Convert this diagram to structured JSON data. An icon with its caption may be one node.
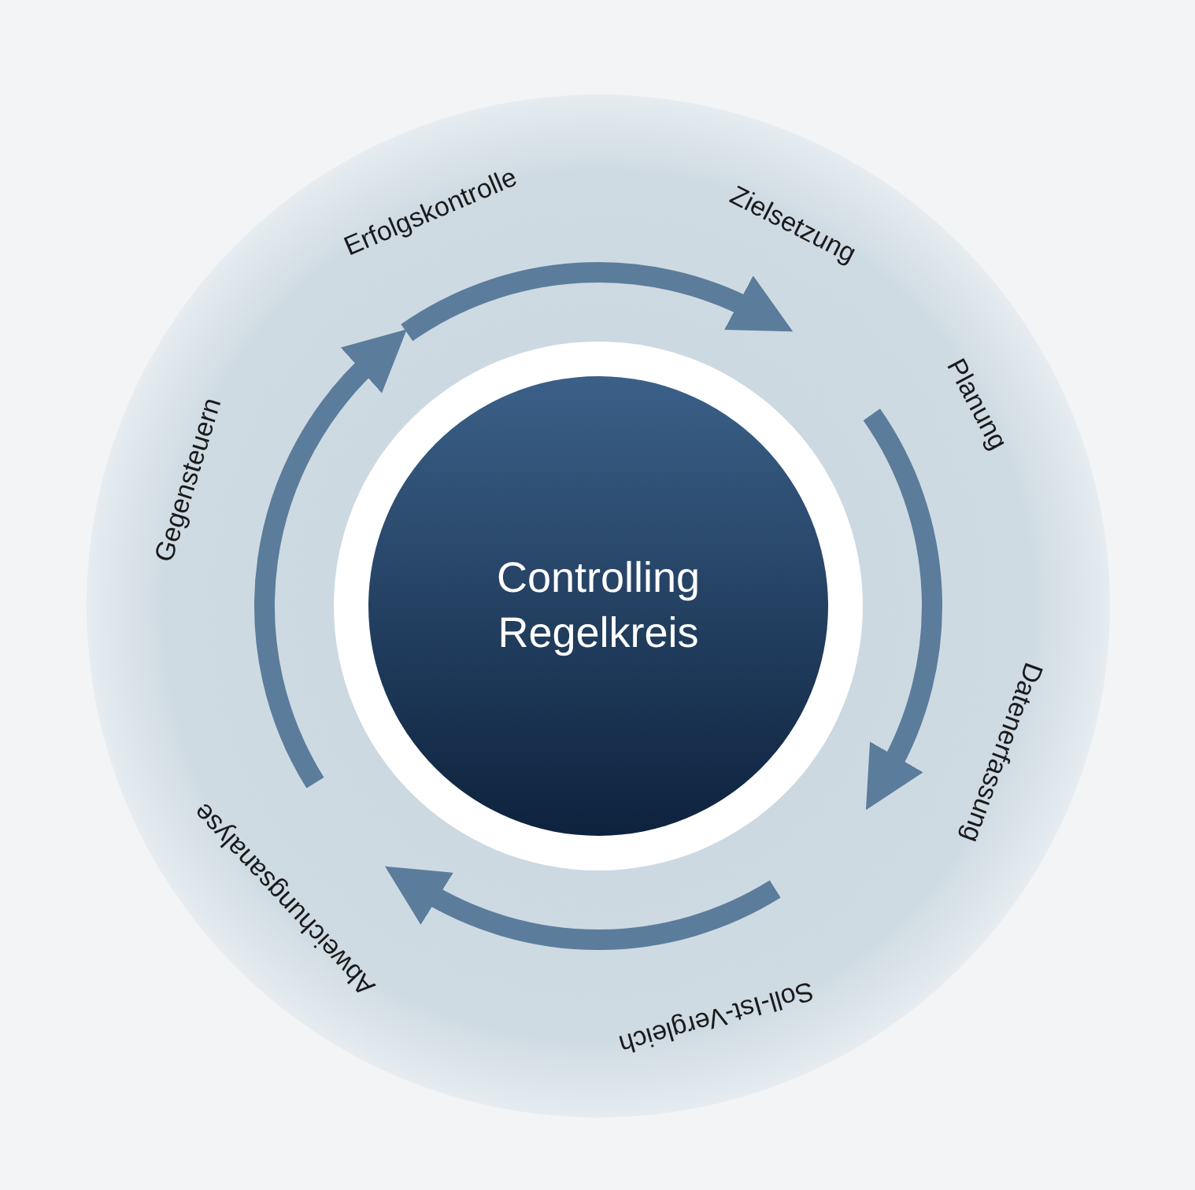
{
  "diagram": {
    "nodes": [
      {
        "text": [
          "Controlling Regelkreis"
        ]
      }
    ],
    "labels": [
      "Erfolgskontrolle",
      "Zielsetzung",
      "Planung",
      "Datenerfassung",
      "Soll-Ist-Vergleich",
      "Abweichungsanalyse",
      "Gegensteuern"
    ]
  }
}
